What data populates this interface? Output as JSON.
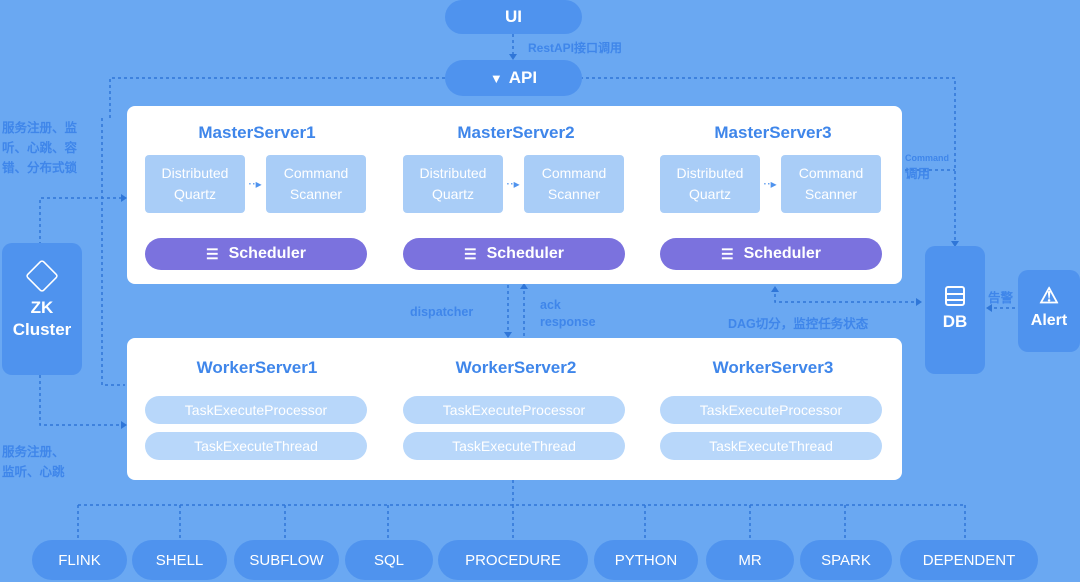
{
  "top": {
    "ui": "UI",
    "api": "API",
    "restapi_label": "RestAPI接口调用"
  },
  "masters": [
    {
      "title": "MasterServer1",
      "quartz": [
        "Distributed",
        "Quartz"
      ],
      "command": [
        "Command",
        "Scanner"
      ],
      "scheduler": "Scheduler"
    },
    {
      "title": "MasterServer2",
      "quartz": [
        "Distributed",
        "Quartz"
      ],
      "command": [
        "Command",
        "Scanner"
      ],
      "scheduler": "Scheduler"
    },
    {
      "title": "MasterServer3",
      "quartz": [
        "Distributed",
        "Quartz"
      ],
      "command": [
        "Command",
        "Scanner"
      ],
      "scheduler": "Scheduler"
    }
  ],
  "workers": [
    {
      "title": "WorkerServer1",
      "processor": "TaskExecuteProcessor",
      "thread": "TaskExecuteThread"
    },
    {
      "title": "WorkerServer2",
      "processor": "TaskExecuteProcessor",
      "thread": "TaskExecuteThread"
    },
    {
      "title": "WorkerServer3",
      "processor": "TaskExecuteProcessor",
      "thread": "TaskExecuteThread"
    }
  ],
  "left_notes": {
    "master_reg": [
      "服务注册、监",
      "听、心跳、容",
      "错、分布式锁"
    ],
    "worker_reg": [
      "服务注册、",
      "监听、心跳"
    ]
  },
  "mid_notes": {
    "dispatcher": "dispatcher",
    "ack": "ack",
    "response": "response",
    "dag": "DAG切分，监控任务状态"
  },
  "right_notes": {
    "command_small": "Command",
    "call": "调用",
    "alarm": "告警"
  },
  "zk": {
    "line1": "ZK",
    "line2": "Cluster"
  },
  "db": {
    "label": "DB"
  },
  "alert": {
    "label": "Alert"
  },
  "task_types": [
    "FLINK",
    "SHELL",
    "SUBFLOW",
    "SQL",
    "PROCEDURE",
    "PYTHON",
    "MR",
    "SPARK",
    "DEPENDENT"
  ],
  "colors": {
    "background": "#6aa8f2",
    "pill": "#4f93ee",
    "title": "#3f86ea",
    "scheduler": "#7b72de",
    "mini": "#a9cdf7"
  }
}
